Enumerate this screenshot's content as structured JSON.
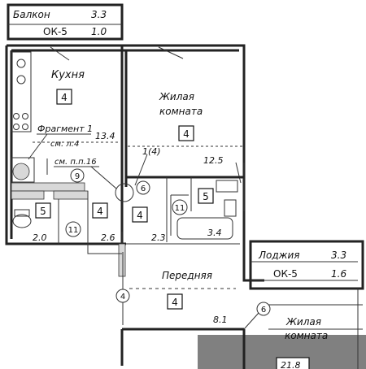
{
  "balconies": [
    {
      "title": "Балкон",
      "tag": "ОК-5",
      "area": "3.3",
      "coef": "1.0"
    },
    {
      "title": "Лоджия",
      "tag": "ОК-5",
      "area": "3.3",
      "coef": "1.6"
    }
  ],
  "rooms": {
    "kitchen": {
      "label": "Кухня",
      "mark": "4",
      "area": "13.4"
    },
    "living": {
      "label_line1": "Жилая",
      "label_line2": "комната",
      "mark": "4",
      "area": "12.5"
    },
    "hall": {
      "label": "Передняя",
      "mark": "4",
      "area": "8.1"
    },
    "living2": {
      "label_line1": "Жилая",
      "label_line2": "комната",
      "area": "21.8"
    }
  },
  "notes": {
    "fragment": "Фрагмент 1",
    "see_sheet": "см. л.4",
    "see_item": "см. п.п.16"
  },
  "marks": {
    "nine": "9",
    "six_a": "6",
    "six_b": "6",
    "one_four": "1(4)",
    "four_circle": "4",
    "eleven_a": "11",
    "eleven_b": "11",
    "five_a": "5",
    "five_b": "5",
    "four_a": "4",
    "four_b": "4"
  },
  "areas": {
    "wc": "2.0",
    "corridor": "2.6",
    "closet": "2.3",
    "bath": "3.4"
  }
}
